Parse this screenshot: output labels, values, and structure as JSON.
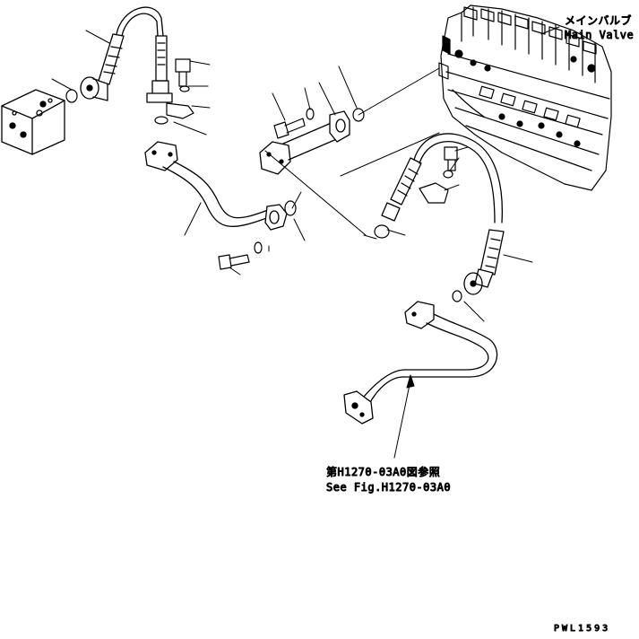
{
  "labels": {
    "main_valve_jp": "メインバルブ",
    "main_valve_en": "Main Valve",
    "ref_jp": "第H1270-03A0図参照",
    "ref_en": "See Fig.H1270-03A0",
    "drawing_code": "PWL1593"
  }
}
